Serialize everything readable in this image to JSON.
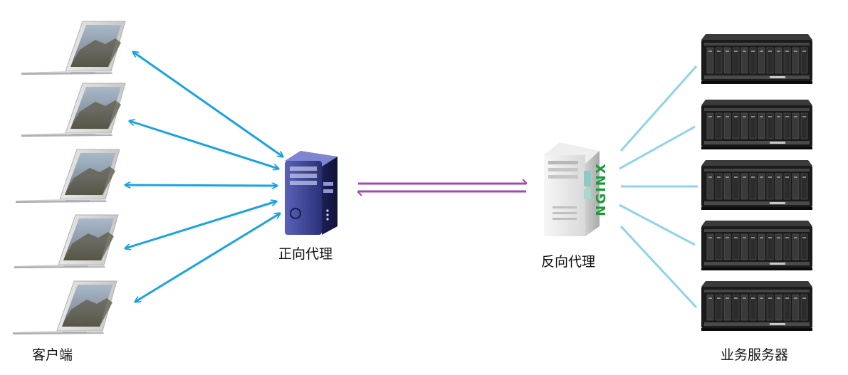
{
  "labels": {
    "clients": "客户端",
    "forward_proxy": "正向代理",
    "reverse_proxy": "反向代理",
    "servers": "业务服务器",
    "nginx_logo": "NGINX"
  },
  "colors": {
    "client_arrows": "#1aa3e0",
    "proxy_link": "#a24ab0",
    "server_links": "#8fd3ea",
    "nginx": "#1a9a3a"
  },
  "counts": {
    "clients": 5,
    "servers": 5
  }
}
